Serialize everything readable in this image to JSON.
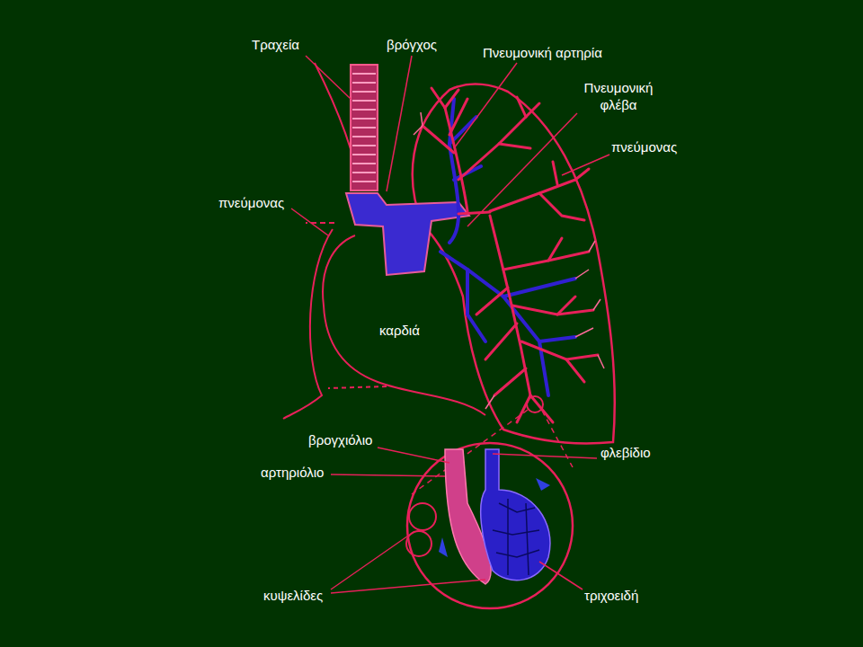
{
  "diagram": {
    "labels": [
      "Τραχεία",
      "βρόγχος",
      "Πνευμονική αρτηρία",
      "Πνευμονική φλέβα",
      "πνεύμονας",
      "πνεύμονας",
      "καρδιά",
      "βρογχιόλιο",
      "αρτηριόλιο",
      "φλεβίδιο",
      "κυψελίδες",
      "τριχοειδή"
    ]
  }
}
